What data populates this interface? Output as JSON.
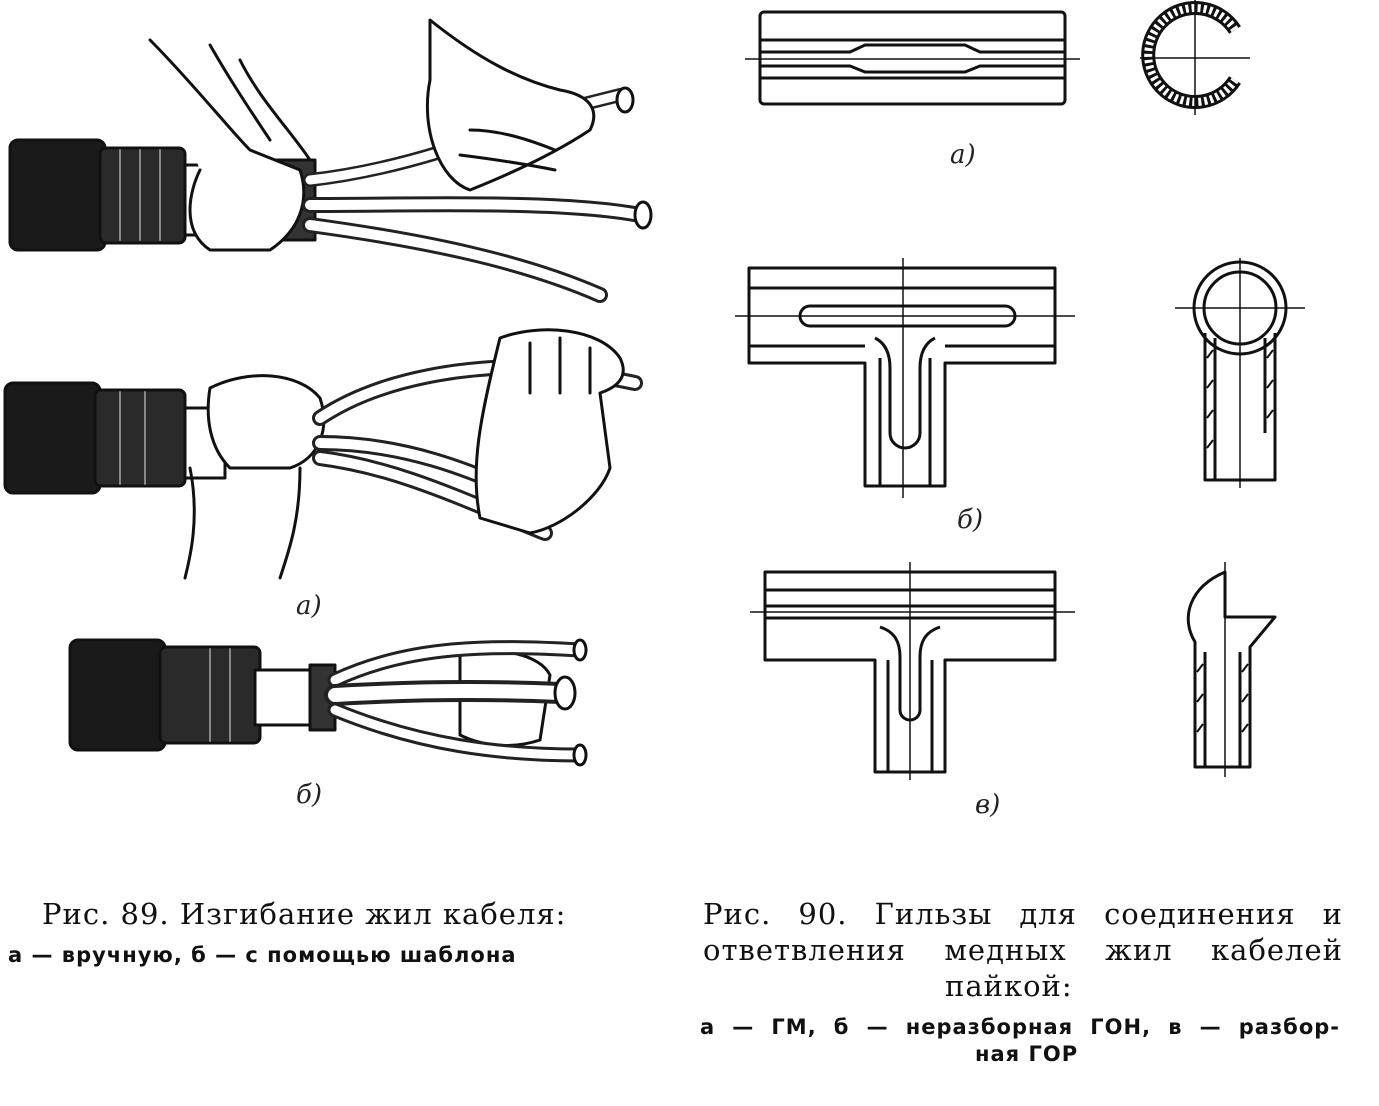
{
  "fig89": {
    "labels": {
      "a": "а)",
      "b": "б)"
    },
    "caption_title": "Рис. 89. Изгибание жил кабеля:",
    "caption_legend": "а — вручную, б — с помощью шаблона"
  },
  "fig90": {
    "labels": {
      "a": "а)",
      "b": "б)",
      "v": "в)"
    },
    "caption_line1": "Рис. 90. Гильзы для соединения и",
    "caption_line2": "ответвления медных жил кабелей",
    "caption_line3": "пайкой:",
    "legend_line1": "а — ГМ, б — неразборная ГОН, в — разбор-",
    "legend_line2": "ная ГОР"
  }
}
